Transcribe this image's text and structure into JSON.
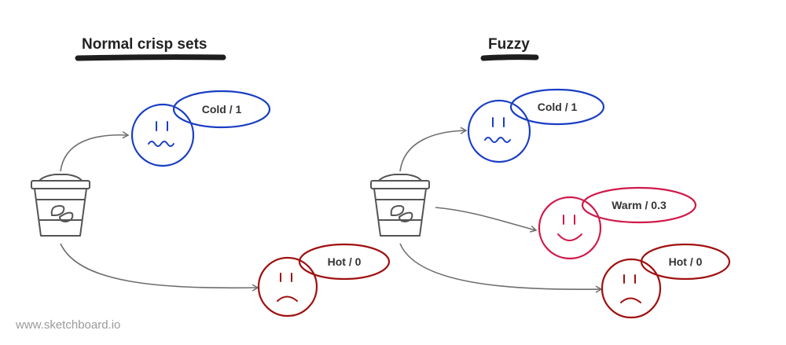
{
  "sections": {
    "crisp": {
      "title": "Normal crisp sets",
      "cold": "Cold / 1",
      "hot": "Hot / 0"
    },
    "fuzzy": {
      "title": "Fuzzy",
      "cold": "Cold / 1",
      "warm": "Warm / 0.3",
      "hot": "Hot / 0"
    }
  },
  "watermark": "www.sketchboard.io",
  "colors": {
    "cold": "#1a3ec4",
    "warm": "#d0194a",
    "hot": "#a01010",
    "arrow": "#6e6e6e",
    "underline": "#1e1e1e"
  },
  "icons": [
    "coffee-cup-icon",
    "sad-face-icon",
    "happy-face-icon"
  ]
}
